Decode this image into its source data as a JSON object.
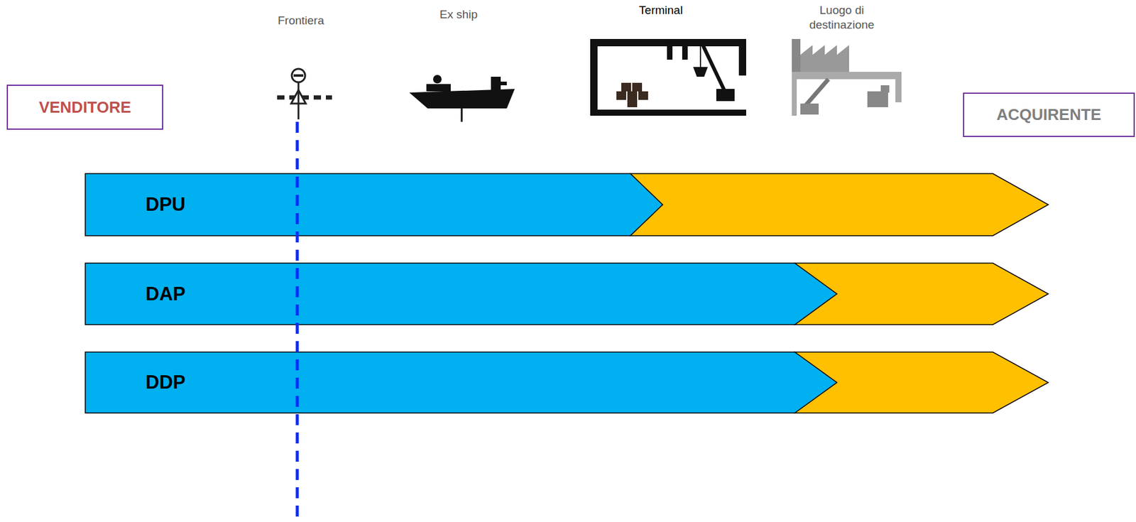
{
  "diagram": {
    "nodes": [
      {
        "text": [
          "VENDITORE"
        ]
      },
      {
        "text": [
          "ACQUIRENTE"
        ]
      },
      {
        "text": [
          "DPU"
        ]
      },
      {
        "text": [
          "DAP"
        ]
      },
      {
        "text": [
          "DDP"
        ]
      }
    ],
    "labels": [
      "Frontiera",
      "Ex ship",
      "Terminal",
      "Luogo di destinazione"
    ]
  }
}
